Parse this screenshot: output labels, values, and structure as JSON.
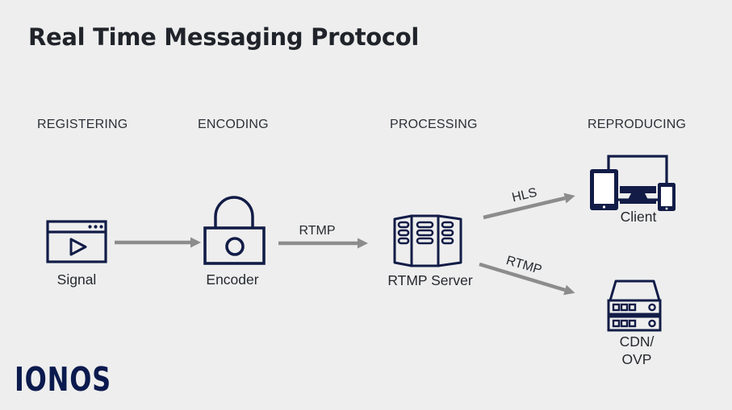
{
  "title": "Real Time Messaging Protocol",
  "stages": [
    {
      "label": "REGISTERING"
    },
    {
      "label": "ENCODING"
    },
    {
      "label": "PROCESSING"
    },
    {
      "label": "REPRODUCING"
    }
  ],
  "nodes": {
    "signal": {
      "label": "Signal",
      "icon": "browser-play-icon"
    },
    "encoder": {
      "label": "Encoder",
      "icon": "padlock-icon"
    },
    "server": {
      "label": "RTMP Server",
      "icon": "server-rack-icon"
    },
    "client": {
      "label": "Client",
      "icon": "multi-device-icon"
    },
    "cdn": {
      "label_line1": "CDN/",
      "label_line2": "OVP",
      "icon": "cdn-appliance-icon"
    }
  },
  "arrows": [
    {
      "from": "signal",
      "to": "encoder",
      "label": ""
    },
    {
      "from": "encoder",
      "to": "server",
      "label": "RTMP"
    },
    {
      "from": "server",
      "to": "client",
      "label": "HLS"
    },
    {
      "from": "server",
      "to": "cdn",
      "label": "RTMP"
    }
  ],
  "logo": "IONOS",
  "colors": {
    "background": "#eeeeee",
    "icon_navy": "#121c47",
    "arrow_gray": "#8c8c8c",
    "title_color": "#20242a",
    "header_color": "#2c3137",
    "label_color": "#26292e",
    "logo_navy": "#0b1a4e"
  }
}
